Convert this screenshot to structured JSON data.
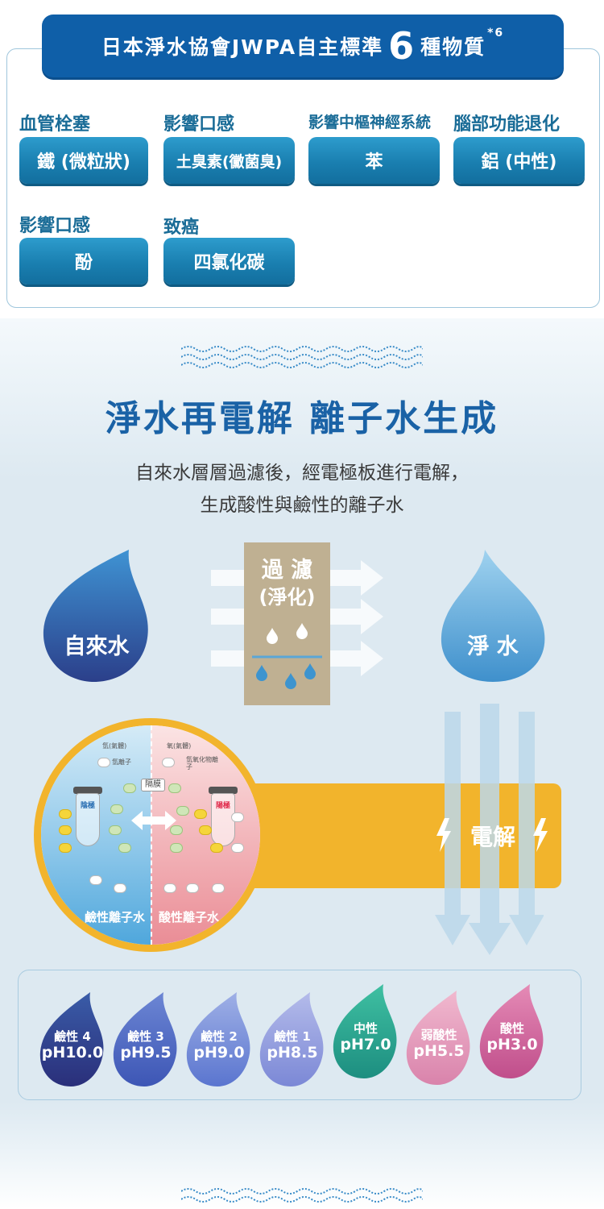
{
  "section1": {
    "banner": {
      "prefix": "日本淨水協會JWPA自主標準",
      "number": "6",
      "suffix": "種物質",
      "footnote": "*6"
    },
    "items": [
      {
        "category": "血管栓塞",
        "substance": "鐵 (微粒狀)"
      },
      {
        "category": "影響口感",
        "substance": "土臭素(黴菌臭)"
      },
      {
        "category": "影響中樞神經系統",
        "substance": "苯"
      },
      {
        "category": "腦部功能退化",
        "substance": "鋁 (中性)"
      },
      {
        "category": "影響口感",
        "substance": "酚"
      },
      {
        "category": "致癌",
        "substance": "四氯化碳"
      }
    ]
  },
  "section2": {
    "title": "淨水再電解 離子水生成",
    "subtitle_line1": "自來水層層過濾後，經電極板進行電解，",
    "subtitle_line2": "生成酸性與鹼性的離子水",
    "tap_water": "自來水",
    "filter_line1": "過 濾",
    "filter_line2": "(淨化)",
    "pure_water": "淨 水",
    "electrolysis": "電解",
    "diagram": {
      "hydrogen": "氫(氣體)",
      "oxygen": "氧(氣體)",
      "h_ion": "氫離子",
      "hydroxide_ion": "氫氧化物離子",
      "membrane": "隔膜",
      "cathode": "陰極",
      "anode": "陽極",
      "alkaline_label": "鹼性離子水",
      "acidic_label": "酸性離子水"
    },
    "ph_levels": [
      {
        "name": "鹼性 4",
        "ph": "pH10.0",
        "color_top": "#3a5ca8",
        "color_bottom": "#2a2f7a"
      },
      {
        "name": "鹼性 3",
        "ph": "pH9.5",
        "color_top": "#6c86d4",
        "color_bottom": "#3d56b5"
      },
      {
        "name": "鹼性 2",
        "ph": "pH9.0",
        "color_top": "#9fb0e6",
        "color_bottom": "#5a75cf"
      },
      {
        "name": "鹼性 1",
        "ph": "pH8.5",
        "color_top": "#b4bbea",
        "color_bottom": "#7b88d6"
      },
      {
        "name": "中性",
        "ph": "pH7.0",
        "color_top": "#3fc0a2",
        "color_bottom": "#1d8e80"
      },
      {
        "name": "弱酸性",
        "ph": "pH5.5",
        "color_top": "#f1b9cf",
        "color_bottom": "#d983ab"
      },
      {
        "name": "酸性",
        "ph": "pH3.0",
        "color_top": "#e58bb6",
        "color_bottom": "#c04e8b"
      }
    ]
  }
}
